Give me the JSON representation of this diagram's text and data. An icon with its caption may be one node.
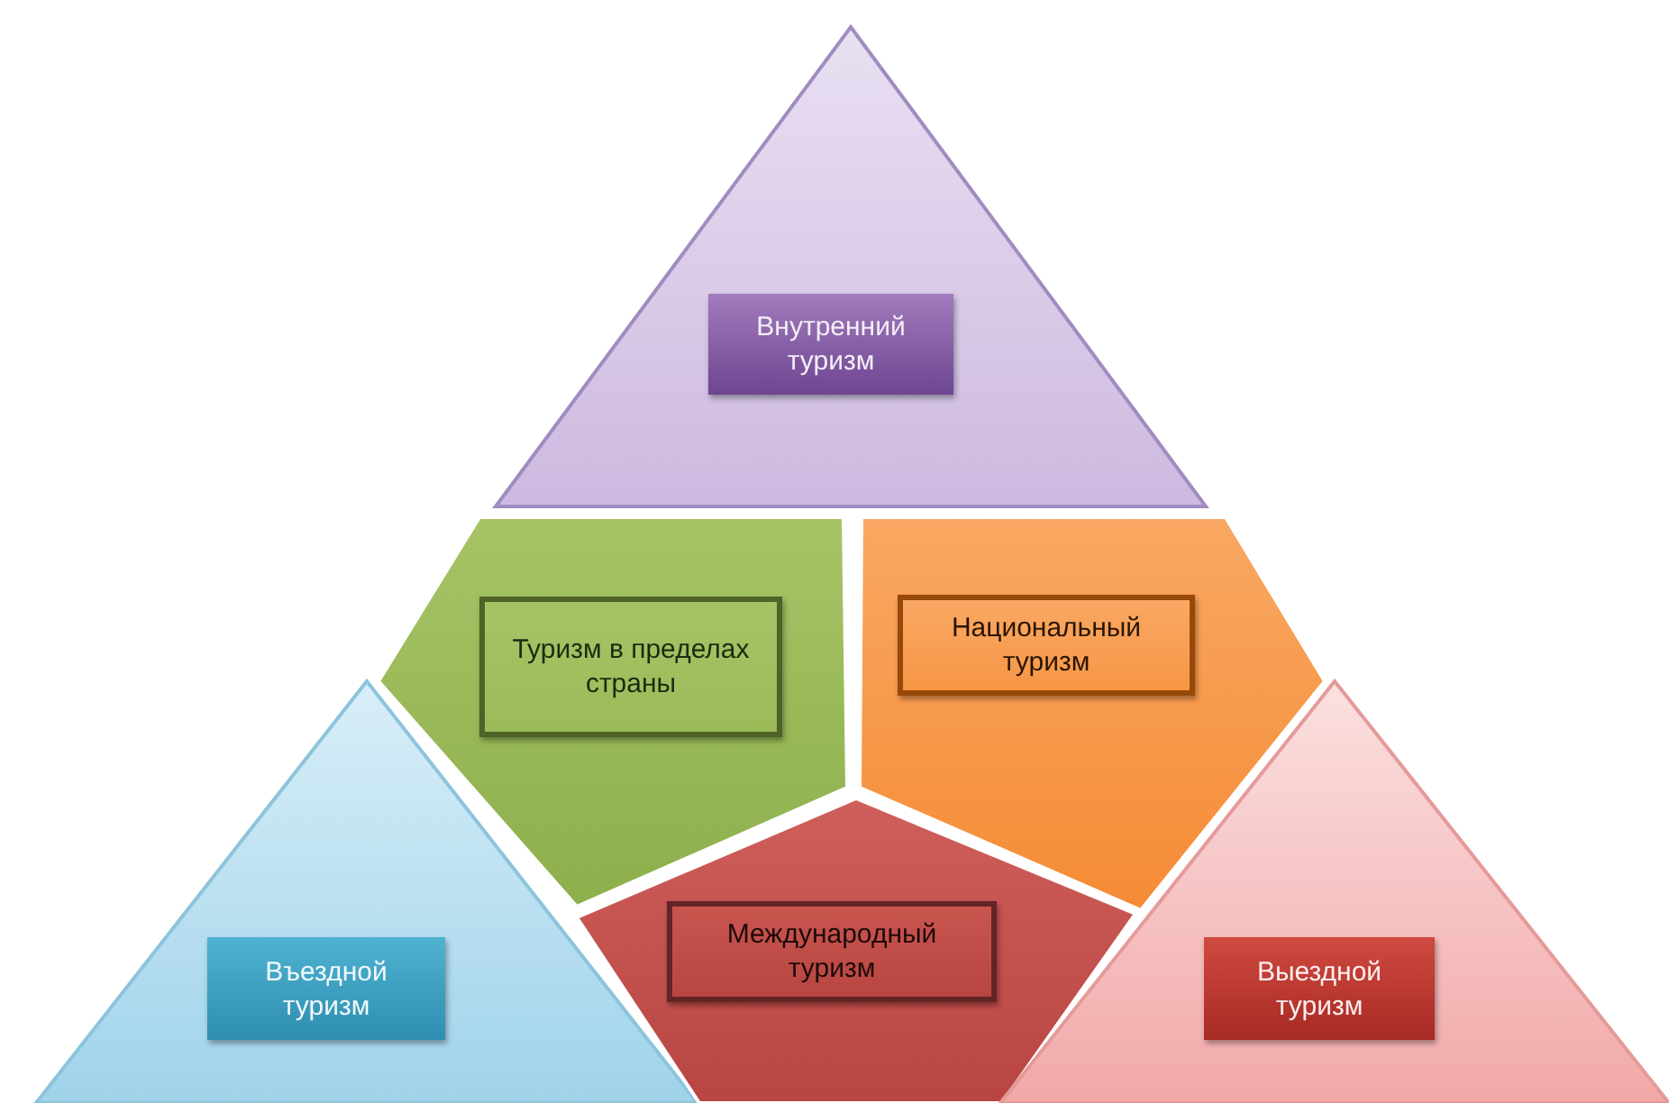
{
  "diagram": {
    "nodes": [
      {
        "text": [],
        "shape": "triangle"
      },
      {
        "text": [
          "Внутренний туризм"
        ],
        "in": 0
      },
      {
        "text": [],
        "shape": "pentagon"
      },
      {
        "text": [
          "Туризм в пределах страны"
        ],
        "in": 2
      },
      {
        "text": [],
        "shape": "pentagon"
      },
      {
        "text": [
          "Национальный туризм"
        ],
        "in": 4
      },
      {
        "text": [],
        "shape": "triangle"
      },
      {
        "text": [
          "Въездной туризм"
        ],
        "in": 6
      },
      {
        "text": [],
        "shape": "pentagon"
      },
      {
        "text": [
          "Международный туризм"
        ],
        "in": 8
      },
      {
        "text": [],
        "shape": "triangle"
      },
      {
        "text": [
          "Выездной туризм"
        ],
        "in": 10
      }
    ]
  }
}
